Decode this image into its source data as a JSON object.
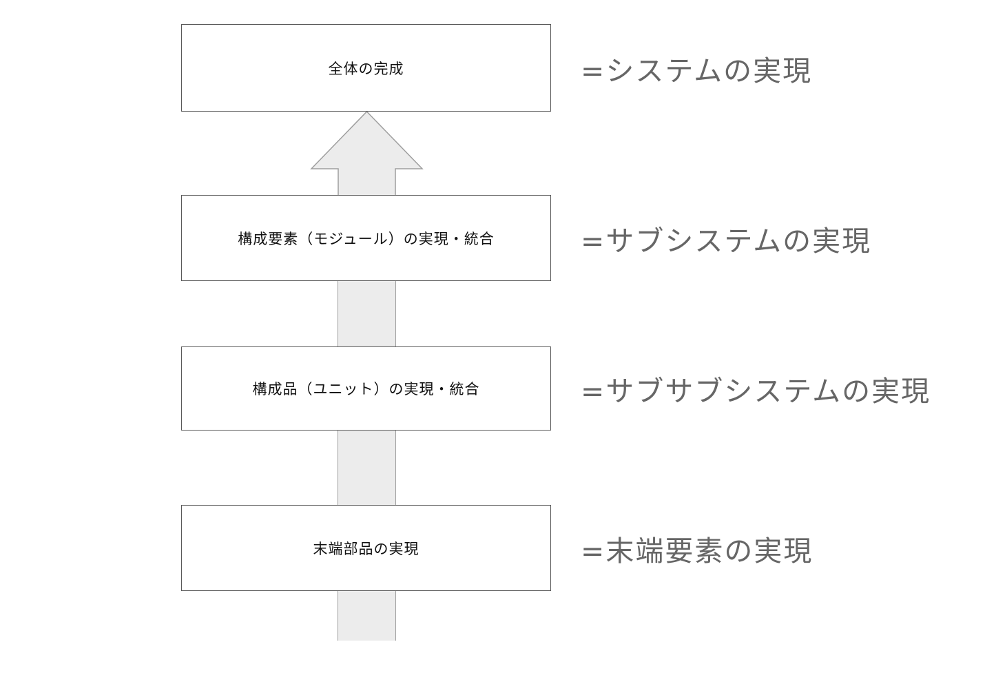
{
  "diagram": {
    "title": "bottom-up-system-realization-flow",
    "stages": [
      {
        "box_label": "全体の完成",
        "annotation": "=システムの実現"
      },
      {
        "box_label": "構成要素（モジュール）の実現・統合",
        "annotation": "=サブシステムの実現"
      },
      {
        "box_label": "構成品（ユニット）の実現・統合",
        "annotation": "=サブサブシステムの実現"
      },
      {
        "box_label": "末端部品の実現",
        "annotation": "=末端要素の実現"
      }
    ],
    "flow_direction": "bottom-to-top",
    "colors": {
      "box_border": "#595959",
      "box_fill": "#ffffff",
      "arrow_fill": "#ececec",
      "arrow_stroke": "#9e9e9e",
      "annotation_text": "#666666",
      "box_text": "#111111",
      "page_bg": "#ffffff"
    }
  }
}
